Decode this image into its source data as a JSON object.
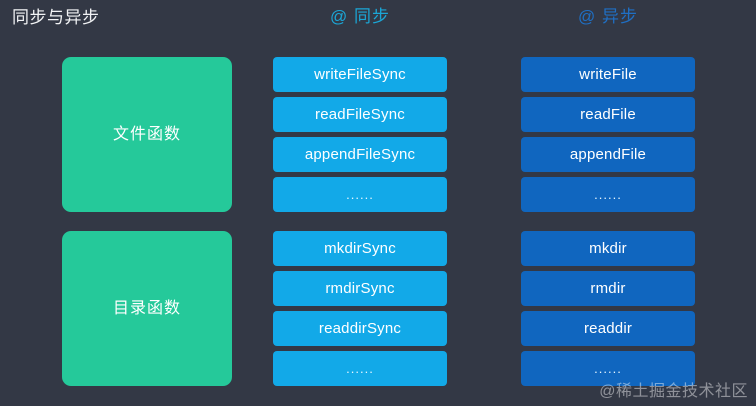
{
  "title": "同步与异步",
  "colors": {
    "background": "#333845",
    "category_green": "#25c99a",
    "sync_blue": "#12a9e8",
    "async_blue": "#1066bf",
    "sync_heading": "#1ba6d6",
    "async_heading": "#1f6fc4",
    "text_white": "#ffffff"
  },
  "columns": {
    "sync_heading": "@ 同步",
    "async_heading": "@ 异步"
  },
  "groups": [
    {
      "category": "文件函数",
      "sync": [
        "writeFileSync",
        "readFileSync",
        "appendFileSync",
        "......"
      ],
      "async": [
        "writeFile",
        "readFile",
        "appendFile",
        "......"
      ]
    },
    {
      "category": "目录函数",
      "sync": [
        "mkdirSync",
        "rmdirSync",
        "readdirSync",
        "......"
      ],
      "async": [
        "mkdir",
        "rmdir",
        "readdir",
        "......"
      ]
    }
  ],
  "watermark": "@稀土掘金技术社区"
}
